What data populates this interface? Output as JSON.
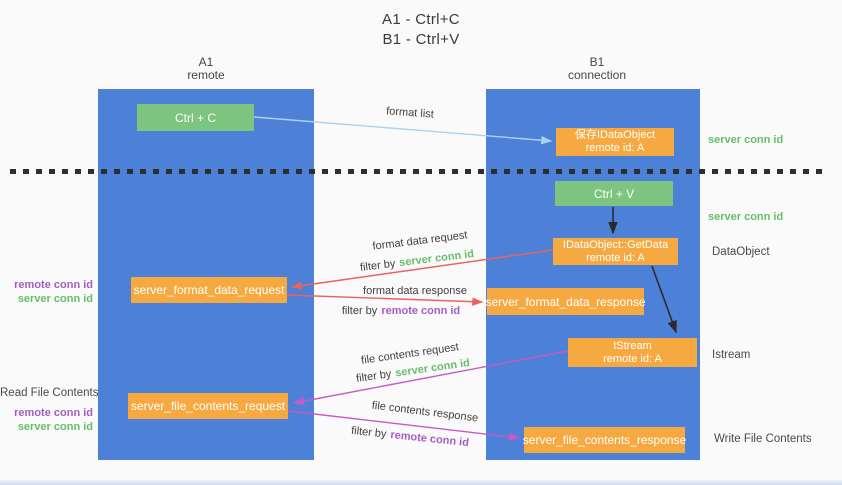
{
  "title": {
    "line1": "A1 - Ctrl+C",
    "line2": "B1 - Ctrl+V"
  },
  "lifelines": {
    "left": {
      "id": "A1",
      "role": "remote"
    },
    "right": {
      "id": "B1",
      "role": "connection"
    }
  },
  "nodes": {
    "ctrl_c": {
      "label": "Ctrl + C"
    },
    "save_idataobject": {
      "line1": "保存IDataObject",
      "line2": "remote id: A"
    },
    "ctrl_v": {
      "label": "Ctrl + V"
    },
    "getdata": {
      "line1": "IDataObject::GetData",
      "line2": "remote id: A"
    },
    "format_request": {
      "label": "server_format_data_request"
    },
    "format_response": {
      "label": "server_format_data_response"
    },
    "istream": {
      "line1": "IStream",
      "line2": "remote id: A"
    },
    "file_request": {
      "label": "server_file_contents_request"
    },
    "file_response": {
      "label": "server_file_contents_response"
    }
  },
  "arrow_labels": {
    "format_list": "format list",
    "format_data_request": "format data request",
    "format_data_request_filter": {
      "prefix": "filter by",
      "key": "server conn id"
    },
    "format_data_response": "format data response",
    "format_data_response_filter": {
      "prefix": "filter by",
      "key": "remote conn id"
    },
    "file_contents_request": "file contents request",
    "file_contents_request_filter": {
      "prefix": "filter by",
      "key": "server conn id"
    },
    "file_contents_response": "file contents response",
    "file_contents_response_filter": {
      "prefix": "filter by",
      "key": "remote conn id"
    }
  },
  "side_labels": {
    "right_server_conn_id_1": "server conn id",
    "right_server_conn_id_2": "server conn id",
    "dataobject": "DataObject",
    "istream": "Istream",
    "write_file_contents": "Write File Contents",
    "left_remote_conn_id_1": "remote conn id",
    "left_server_conn_id_1": "server conn id",
    "read_file_contents": "Read File Contents",
    "left_remote_conn_id_2": "remote conn id",
    "left_server_conn_id_2": "server conn id"
  },
  "colors": {
    "lifeline_blue": "#4d81d8",
    "node_green": "#7cc47f",
    "node_orange": "#f7a941",
    "arrow_red": "#e8645c",
    "arrow_magenta": "#c45ac4",
    "arrow_lightblue": "#a9d3f2",
    "arrow_black": "#2b2b2b",
    "label_green": "#67bd6a",
    "label_purple": "#a75cc5",
    "text_dark": "#3f3f3f"
  }
}
